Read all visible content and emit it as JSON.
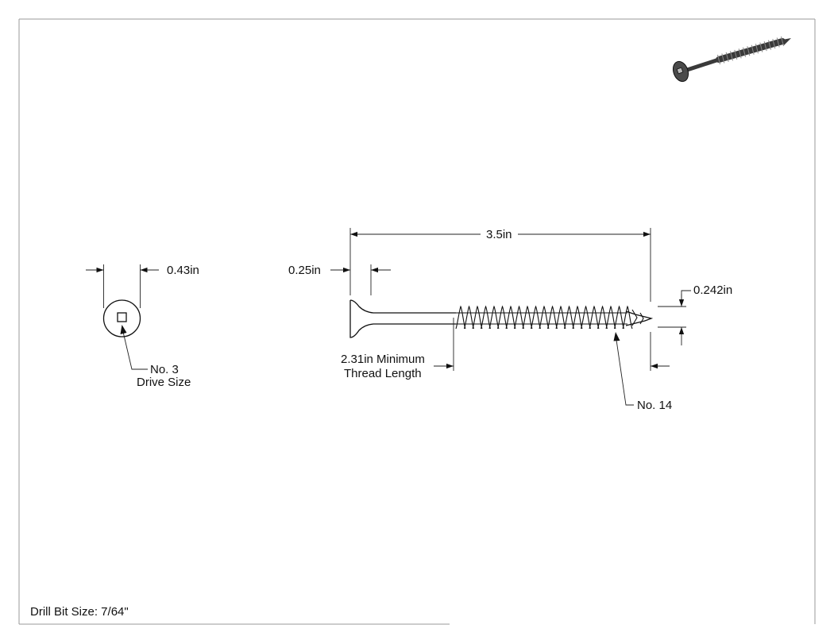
{
  "drawing": {
    "head_view": {
      "diameter_label": "0.43in",
      "drive_label_line1": "No. 3",
      "drive_label_line2": "Drive Size"
    },
    "side_view": {
      "overall_length_label": "3.5in",
      "head_height_label": "0.25in",
      "thread_length_line1": "2.31in Minimum",
      "thread_length_line2": "Thread Length",
      "shank_diameter_label": "0.242in",
      "screw_size_label": "No. 14"
    },
    "footer": {
      "drill_bit_label": "Drill Bit Size: 7/64\""
    },
    "colors": {
      "line": "#111111",
      "border": "#9a9a9a",
      "screw_fill": "#3a3a3a"
    }
  }
}
